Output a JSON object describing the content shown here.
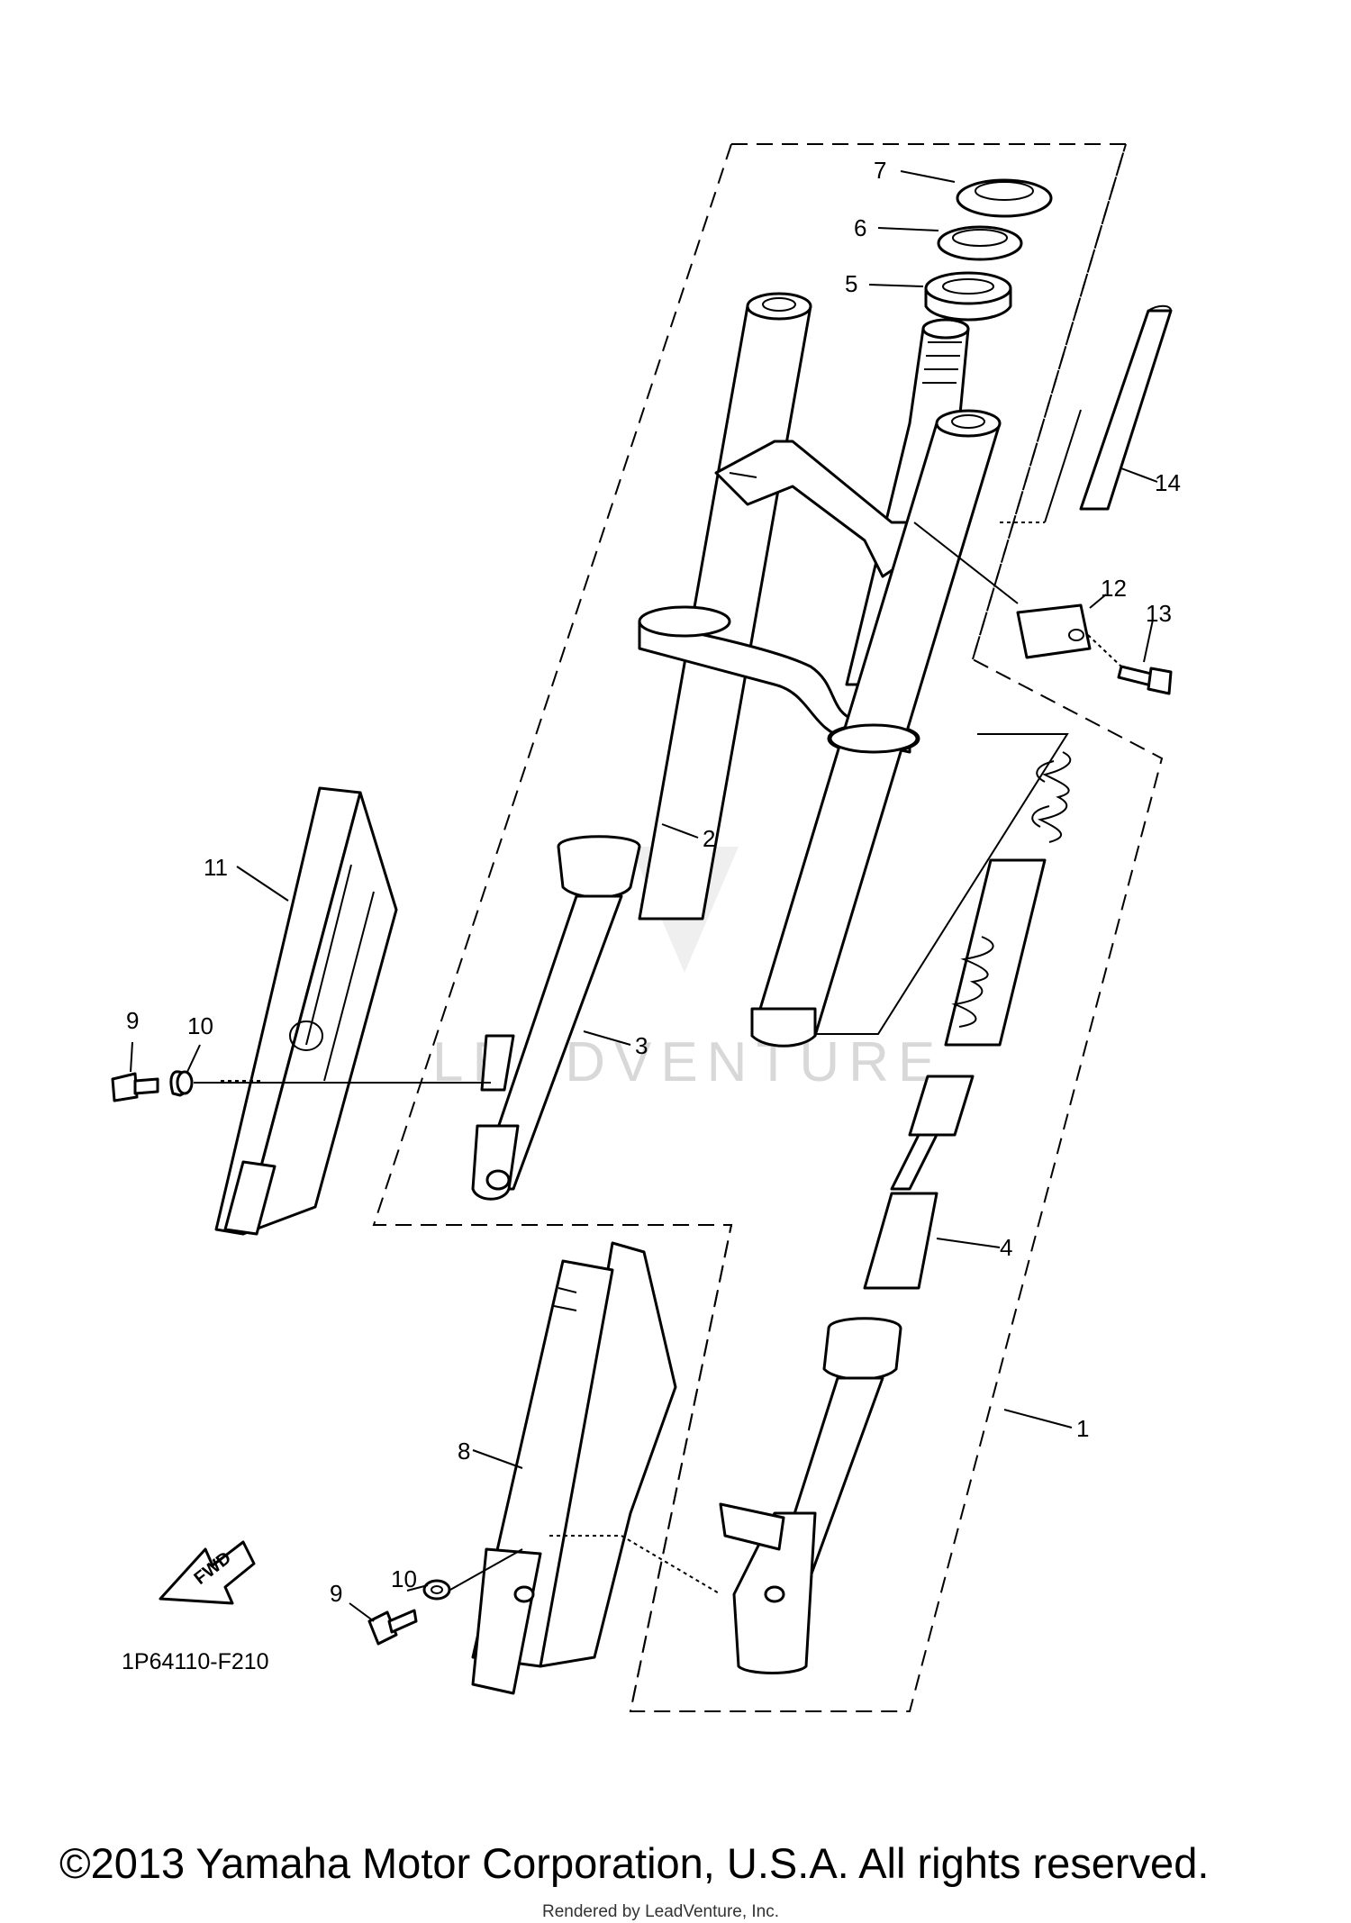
{
  "diagram": {
    "callouts": [
      "1",
      "2",
      "3",
      "4",
      "5",
      "6",
      "7",
      "8",
      "9",
      "10",
      "11",
      "12",
      "13",
      "14"
    ],
    "callout_9b": "9",
    "callout_10b": "10",
    "direction_label": "FWD",
    "diagram_code": "1P64110-F210",
    "watermark": "LEADVENTURE",
    "copyright": "©2013 Yamaha Motor Corporation, U.S.A. All rights reserved.",
    "rendered_by": "Rendered by LeadVenture, Inc."
  }
}
